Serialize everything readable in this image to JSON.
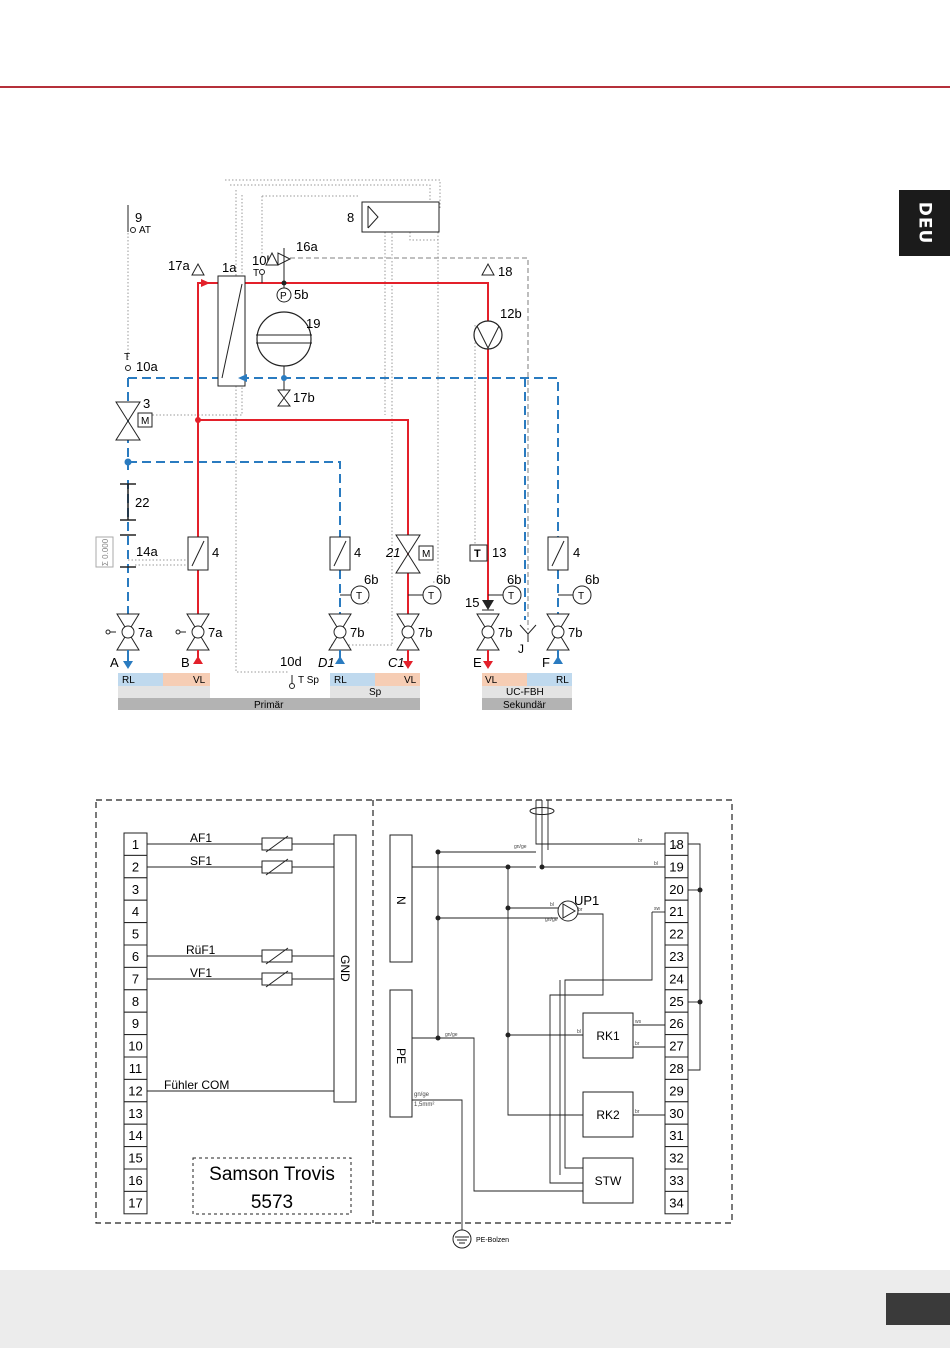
{
  "header": {
    "language_tab": "DEU"
  },
  "hydraulic": {
    "labels": {
      "c9": "9",
      "at": "AT",
      "c8": "8",
      "c16a": "16a",
      "c10b": "10b",
      "t10b": "T",
      "c17a": "17a",
      "c1a": "1a",
      "c18": "18",
      "c5b": "5b",
      "p": "P",
      "c19": "19",
      "c12b": "12b",
      "t10a": "T",
      "c10a": "10a",
      "c17b": "17b",
      "c3": "3",
      "m": "M",
      "c22": "22",
      "c14a": "14a",
      "meter": "Σ 0.000",
      "c4": "4",
      "c21": "21",
      "c13": "13",
      "t": "T",
      "c6b": "6b",
      "c15": "15",
      "c7a": "7a",
      "c7b": "7b",
      "c10d": "10d",
      "tsp": "T Sp",
      "j": "J",
      "A": "A",
      "B": "B",
      "D1": "D1",
      "C1": "C1",
      "E": "E",
      "F": "F"
    },
    "bars": {
      "rl": "RL",
      "vl": "VL",
      "sp": "Sp",
      "uc_fbh": "UC-FBH",
      "primaer": "Primär",
      "sekundaer": "Sekundär"
    },
    "colors": {
      "supply": "#e3202a",
      "return": "#2a7bc0",
      "control": "#9a9a9a",
      "rl_fill": "#bfd9ee",
      "vl_fill": "#f6cdb4"
    }
  },
  "wiring": {
    "left_terminals": [
      "1",
      "2",
      "3",
      "4",
      "5",
      "6",
      "7",
      "8",
      "9",
      "10",
      "11",
      "12",
      "13",
      "14",
      "15",
      "16",
      "17"
    ],
    "right_terminals": [
      "18",
      "19",
      "20",
      "21",
      "22",
      "23",
      "24",
      "25",
      "26",
      "27",
      "28",
      "29",
      "30",
      "31",
      "32",
      "33",
      "34"
    ],
    "sensors": {
      "af1": "AF1",
      "sf1": "SF1",
      "ruef1": "RüF1",
      "vf1": "VF1",
      "fuehler_com": "Fühler COM"
    },
    "gnd": "GND",
    "n": "N",
    "pe": "PE",
    "up1": "UP1",
    "rk1": "RK1",
    "rk2": "RK2",
    "stw": "STW",
    "controller": {
      "line1": "Samson Trovis",
      "line2": "5573"
    },
    "wire_tags": {
      "gnge": "gn/ge",
      "bl": "bl",
      "br": "br",
      "sw": "sw",
      "ws": "ws",
      "gnge_size": "1,5mm²",
      "pe_bolt": "PE-Bolzen"
    }
  }
}
